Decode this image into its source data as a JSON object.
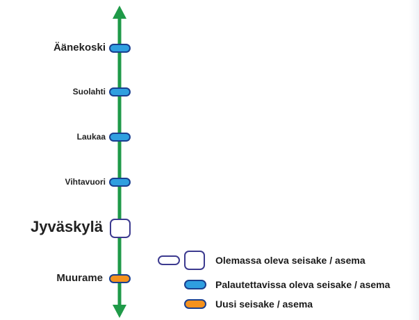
{
  "stations": [
    {
      "name": "Äänekoski",
      "type": "restorable",
      "size": "md"
    },
    {
      "name": "Suolahti",
      "type": "restorable",
      "size": "sm"
    },
    {
      "name": "Laukaa",
      "type": "restorable",
      "size": "sm"
    },
    {
      "name": "Vihtavuori",
      "type": "restorable",
      "size": "sm"
    },
    {
      "name": "Jyväskylä",
      "type": "existing",
      "size": "lg"
    },
    {
      "name": "Muurame",
      "type": "new",
      "size": "md"
    }
  ],
  "legend": {
    "existing": "Olemassa oleva seisake / asema",
    "restorable": "Palautettavissa oleva seisake / asema",
    "new": "Uusi seisake / asema"
  },
  "colors": {
    "line": "#1f9a48",
    "existing_fill": "#ffffff",
    "existing_stroke": "#3c3a8f",
    "restorable_fill": "#2f9fe0",
    "restorable_stroke": "#1a3f8f",
    "new_fill": "#f5921e",
    "new_stroke": "#1a3f8f"
  }
}
